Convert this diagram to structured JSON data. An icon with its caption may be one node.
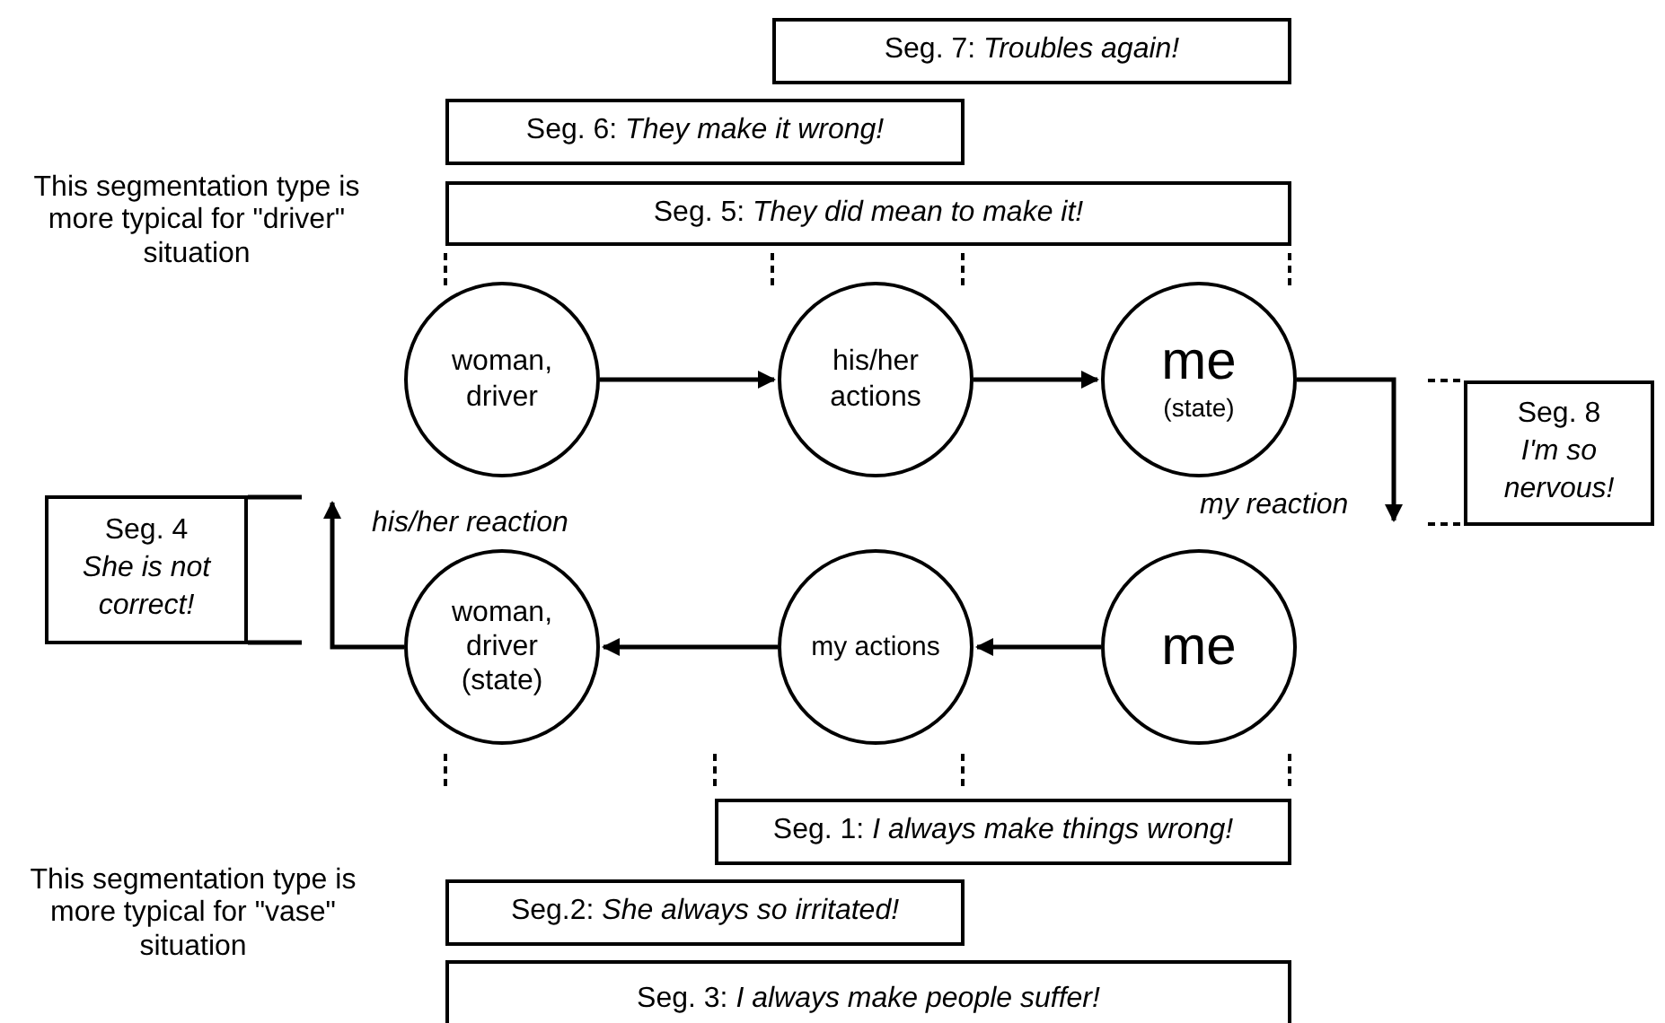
{
  "diagram": {
    "nodes": [
      {
        "text": [
          "Seg. 7: *Troubles again!*"
        ]
      },
      {
        "text": [
          "Seg. 6: *They make it wrong!*"
        ]
      },
      {
        "text": [
          "Seg. 5: *They did mean to make it!*"
        ]
      },
      {
        "text": [
          "woman, driver"
        ]
      },
      {
        "text": [
          "his/her actions"
        ]
      },
      {
        "text": [
          "me",
          "(state)"
        ]
      },
      {
        "text": [
          "Seg. 8",
          "*I'm so nervous!*"
        ]
      },
      {
        "text": [
          "Seg. 4",
          "*She is not correct!*"
        ]
      },
      {
        "text": [
          "woman, driver (state)"
        ]
      },
      {
        "text": [
          "my actions"
        ]
      },
      {
        "text": [
          "me"
        ]
      },
      {
        "text": [
          "Seg. 1: *I always make things wrong!*"
        ]
      },
      {
        "text": [
          "Seg.2: *She always so irritated!*"
        ]
      },
      {
        "text": [
          "Seg. 3: *I always make people suffer!*"
        ]
      }
    ],
    "edges": [
      {
        "from": 3,
        "to": 4,
        "arrow": "to"
      },
      {
        "from": 4,
        "to": 5,
        "arrow": "to"
      },
      {
        "from": 5,
        "to": null,
        "arrow": "to",
        "label": "my reaction"
      },
      {
        "from": 10,
        "to": 9,
        "arrow": "to"
      },
      {
        "from": 9,
        "to": 8,
        "arrow": "to"
      },
      {
        "from": 8,
        "to": null,
        "arrow": "to",
        "label": "his/her reaction"
      }
    ],
    "labels": [
      "This segmentation type is more typical for \"driver\" situation",
      "This segmentation type is more typical for \"vase\" situation"
    ]
  }
}
